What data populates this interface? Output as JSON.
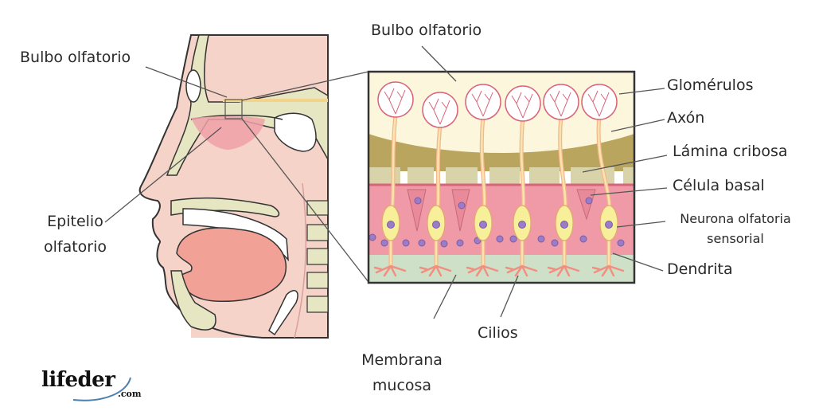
{
  "labels": {
    "bulbo_olfatorio_left": "Bulbo olfatorio",
    "epitelio_line1": "Epitelio",
    "epitelio_line2": "olfatorio",
    "bulbo_olfatorio_top": "Bulbo olfatorio",
    "glomerulos": "Glomérulos",
    "axon": "Axón",
    "lamina_cribosa": "Lámina cribosa",
    "celula_basal": "Célula basal",
    "neurona_line1": "Neurona olfatoria",
    "neurona_line2": "sensorial",
    "dendrita": "Dendrita",
    "cilios": "Cilios",
    "membrana_line1": "Membrana",
    "membrana_line2": "mucosa"
  },
  "logo": {
    "main": "lifeder",
    "suffix": ".com"
  },
  "colors": {
    "skin": "#f5d3c8",
    "bone": "#e6e6c2",
    "epithelium_highlight": "#eea0a8",
    "tongue": "#f2a196",
    "bulb_cream": "#fbf6dc",
    "olive_band": "#b9a55e",
    "lamina": "#d8d3a8",
    "epithelium_pink": "#ef9aa6",
    "mucosa_green": "#cfe0c8",
    "neuron_yellow": "#f8ef9a",
    "nucleus_purple": "#9a7cc8",
    "line": "#444444"
  }
}
